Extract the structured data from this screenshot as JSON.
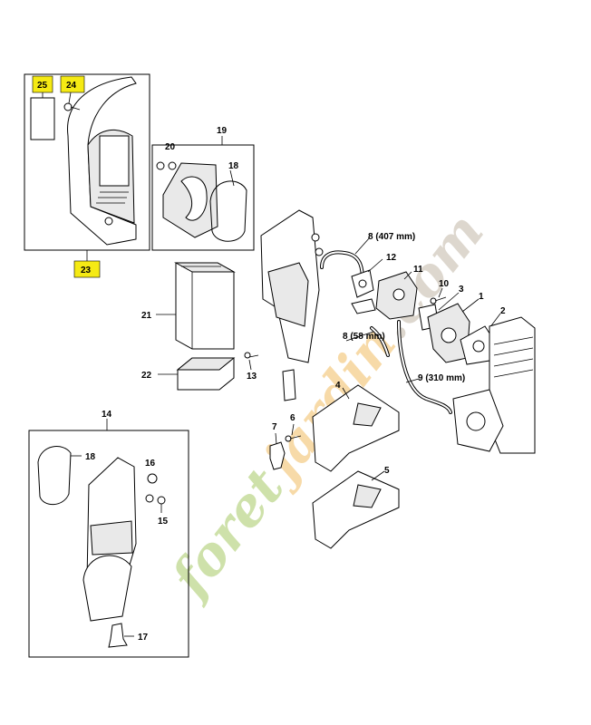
{
  "labels": {
    "p1": "1",
    "p2": "2",
    "p3": "3",
    "p4": "4",
    "p5": "5",
    "p6": "6",
    "p7": "7",
    "p8a": "8 (407 mm)",
    "p8b": "8 (58 mm)",
    "p9": "9 (310 mm)",
    "p10": "10",
    "p11": "11",
    "p12": "12",
    "p13": "13",
    "p14": "14",
    "p15": "15",
    "p16": "16",
    "p17": "17",
    "p18a": "18",
    "p18b": "18",
    "p19": "19",
    "p20": "20",
    "p21": "21",
    "p22": "22",
    "p23": "23",
    "p24": "24",
    "p25": "25"
  },
  "watermark": {
    "text1": "foret",
    "text2": "jardin",
    "text3": ".com"
  },
  "colors": {
    "highlight": "#f5ea14",
    "wm_green": "#c6dc9c",
    "wm_orange": "#f6d49a",
    "wm_gray": "#d8d1c6"
  }
}
